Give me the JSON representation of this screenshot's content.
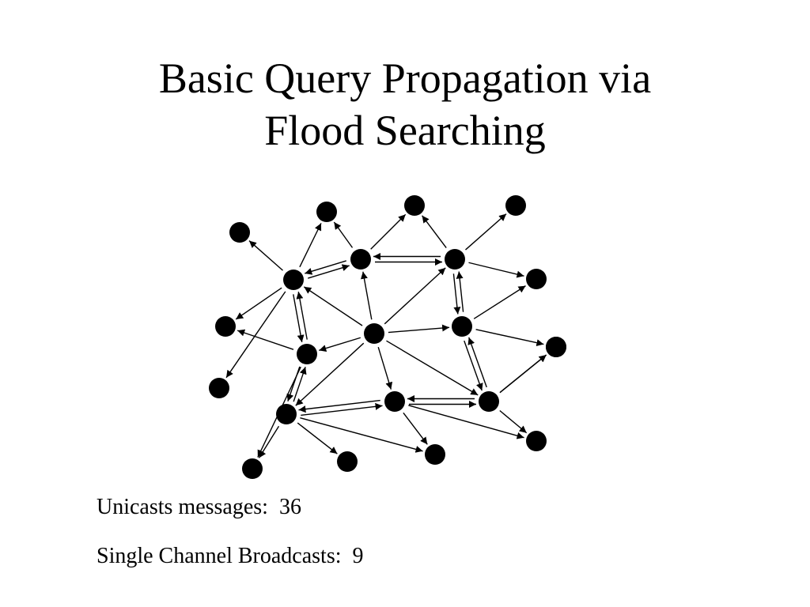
{
  "slide": {
    "title_line1": "Basic Query Propagation via",
    "title_line2": "Flood Searching"
  },
  "stats": {
    "unicast_label": "Unicasts messages:",
    "unicast_value": "36",
    "broadcast_label": "Single Channel Broadcasts:",
    "broadcast_value": "9"
  },
  "colors": {
    "node": "#000000",
    "edge": "#000000",
    "background": "#ffffff"
  },
  "diagram": {
    "type": "network-flood",
    "broadcasting_nodes": [
      "A",
      "B",
      "C",
      "D",
      "E",
      "F",
      "G",
      "H",
      "I"
    ],
    "leaf_nodes": [
      "L1",
      "L2",
      "L3",
      "L4",
      "L5",
      "L6",
      "L7",
      "L8",
      "L9",
      "L10",
      "L11",
      "L12",
      "L13"
    ],
    "one_way_links": [
      [
        "A",
        "L1"
      ],
      [
        "A",
        "L2"
      ],
      [
        "A",
        "L5"
      ],
      [
        "A",
        "L6"
      ],
      [
        "B",
        "L2"
      ],
      [
        "B",
        "L3"
      ],
      [
        "C",
        "L3"
      ],
      [
        "C",
        "L4"
      ],
      [
        "C",
        "L7"
      ],
      [
        "D",
        "L7"
      ],
      [
        "D",
        "L8"
      ],
      [
        "E",
        "A"
      ],
      [
        "E",
        "B"
      ],
      [
        "E",
        "C"
      ],
      [
        "E",
        "D"
      ],
      [
        "E",
        "F"
      ],
      [
        "E",
        "G"
      ],
      [
        "E",
        "H"
      ],
      [
        "E",
        "I"
      ],
      [
        "F",
        "L5"
      ],
      [
        "F",
        "L9"
      ],
      [
        "G",
        "L9"
      ],
      [
        "G",
        "L10"
      ],
      [
        "G",
        "L11"
      ],
      [
        "H",
        "L11"
      ],
      [
        "H",
        "L12"
      ],
      [
        "I",
        "L8"
      ],
      [
        "I",
        "L12"
      ],
      [
        "I",
        "L13"
      ]
    ],
    "two_way_links": [
      [
        "A",
        "B"
      ],
      [
        "B",
        "C"
      ],
      [
        "A",
        "F"
      ],
      [
        "C",
        "D"
      ],
      [
        "F",
        "G"
      ],
      [
        "G",
        "H"
      ],
      [
        "H",
        "I"
      ],
      [
        "D",
        "I"
      ]
    ]
  }
}
